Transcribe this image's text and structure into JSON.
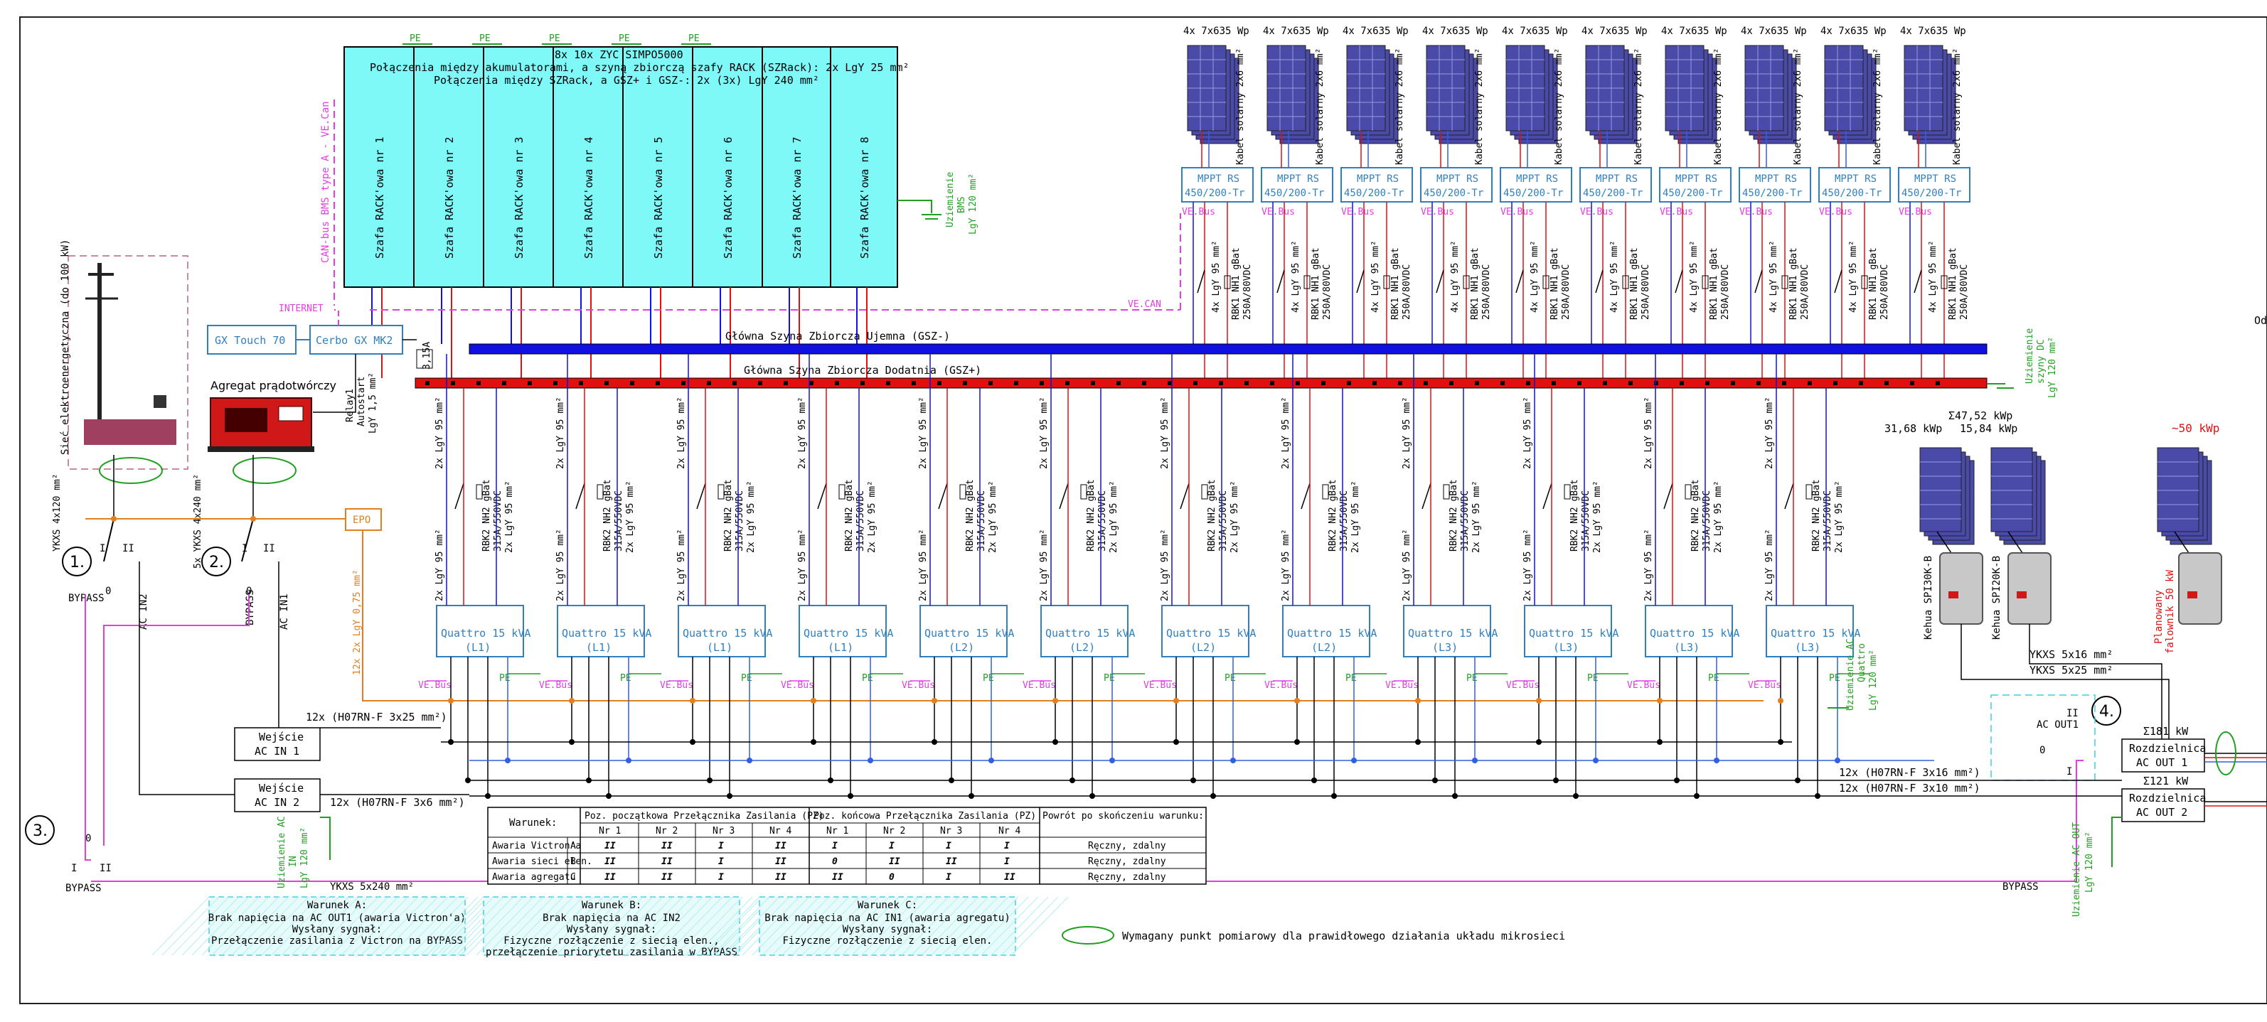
{
  "rack": {
    "pe": [
      "PE",
      "PE",
      "PE",
      "PE",
      "PE"
    ],
    "bus_cable_note": "8x 10x ZYC SIMPO5000",
    "interconnect_1": "Połączenia między akumulatorami, a szyną zbiorczą szafy RACK (SZRack): 2x LgY 25 mm²",
    "interconnect_2": "Połączenia między SZRack, a GSZ+ i GSZ-: 2x (3x) LgY 240 mm²",
    "cabinets": [
      "Szafa RACK'owa nr 1",
      "Szafa RACK'owa nr 2",
      "Szafa RACK'owa nr 3",
      "Szafa RACK'owa nr 4",
      "Szafa RACK'owa nr 5",
      "Szafa RACK'owa nr 6",
      "Szafa RACK'owa nr 7",
      "Szafa RACK'owa nr 8"
    ],
    "can_label": "CAN-bus BMS type A - VE.Can",
    "grounding": [
      "Uziemienie",
      "BMS",
      "LgY 120 mm²"
    ]
  },
  "pv_top": {
    "array_label": "4x 7x635 Wp",
    "cable_label": "Kabel solarny 2x6 mm²",
    "mppt_label": [
      "MPPT RS",
      "450/200-Tr"
    ],
    "vebus": "VE.Bus",
    "mppt_cable": "4x LgY 95 mm²",
    "fuse_label": [
      "RBK1 NH1 gBat",
      "250A/80VDC"
    ],
    "count": 10
  },
  "monitoring": {
    "gx_touch": "GX Touch 70",
    "cerbo": "Cerbo GX MK2",
    "internet": "INTERNET",
    "vecan": "VE.CAN",
    "fuse": "3,15A",
    "relay": [
      "Relay1",
      "Autostart",
      "LgY 1,5 mm²"
    ]
  },
  "busbars": {
    "negative": "Główna Szyna Zbiorcza Ujemna (GSZ-)",
    "positive": "Główna Szyna Zbiorcza Dodatnia (GSZ+)",
    "dc_grounding": [
      "Uziemienie",
      "szyny DC",
      "LgY 120 mm²"
    ]
  },
  "sources": {
    "grid": "Sieć elektroenergetyczna (do 100 kW)",
    "genset": "Agregat prądotwórczy",
    "grid_cable": "YKXS 4x120 mm²",
    "genset_cable": "5x YKXS 4x240 mm²",
    "epo": "EPO",
    "epo_cable": "12x 2x LgY 0,75 mm²",
    "markers": [
      "1.",
      "2.",
      "3.",
      "4."
    ],
    "switch_labels": [
      "I",
      "0",
      "II"
    ],
    "bypass": "BYPASS",
    "ac_in2": "AC IN2",
    "ac_in1": "AC IN1",
    "bypass_cable": "YKXS 5x240 mm²"
  },
  "quattro": {
    "dc_cable_a": "2x LgY 95 mm²",
    "fuse_label": [
      "RBK2 NH2 gBat",
      "315A/550VDC"
    ],
    "units": [
      {
        "label": "Quattro 15 kVA",
        "phase": "(L1)"
      },
      {
        "label": "Quattro 15 kVA",
        "phase": "(L1)"
      },
      {
        "label": "Quattro 15 kVA",
        "phase": "(L1)"
      },
      {
        "label": "Quattro 15 kVA",
        "phase": "(L1)"
      },
      {
        "label": "Quattro 15 kVA",
        "phase": "(L2)"
      },
      {
        "label": "Quattro 15 kVA",
        "phase": "(L2)"
      },
      {
        "label": "Quattro 15 kVA",
        "phase": "(L2)"
      },
      {
        "label": "Quattro 15 kVA",
        "phase": "(L2)"
      },
      {
        "label": "Quattro 15 kVA",
        "phase": "(L3)"
      },
      {
        "label": "Quattro 15 kVA",
        "phase": "(L3)"
      },
      {
        "label": "Quattro 15 kVA",
        "phase": "(L3)"
      },
      {
        "label": "Quattro 15 kVA",
        "phase": "(L3)"
      }
    ],
    "vebus": "VE.Bus",
    "pe": "PE",
    "grounding": [
      "Uziemienie AC",
      "Quattro",
      "LgY 120 mm²"
    ]
  },
  "ac_inputs": {
    "in1": [
      "Wejście",
      "AC IN 1"
    ],
    "in2": [
      "Wejście",
      "AC IN 2"
    ],
    "cable_in1": "12x (H07RN-F 3x25 mm²)",
    "cable_in2": "12x (H07RN-F 3x6 mm²)",
    "grounding_left": [
      "Uziemienie AC",
      "IN",
      "LgY 120 mm²"
    ]
  },
  "table": {
    "col_warunek": "Warunek:",
    "col_pz_start": "Poz. początkowa Przełącznika Zasilania (PZ)",
    "col_pz_end": "Poz. końcowa Przełącznika Zasilania (PZ)",
    "col_return": "Powrót po skończeniu warunku:",
    "sub": [
      "Nr 1",
      "Nr 2",
      "Nr 3",
      "Nr 4",
      "Nr 1",
      "Nr 2",
      "Nr 3",
      "Nr 4"
    ],
    "rows": [
      {
        "name": "Awaria Victron'a",
        "code": "A",
        "cells": [
          "II",
          "II",
          "I",
          "II",
          "I",
          "I",
          "I",
          "I"
        ],
        "ret": "Ręczny, zdalny"
      },
      {
        "name": "Awaria sieci elen.",
        "code": "B",
        "cells": [
          "II",
          "II",
          "I",
          "II",
          "0",
          "II",
          "II",
          "I"
        ],
        "ret": "Ręczny, zdalny"
      },
      {
        "name": "Awaria agregatu",
        "code": "C",
        "cells": [
          "II",
          "II",
          "I",
          "II",
          "II",
          "0",
          "I",
          "II"
        ],
        "ret": "Ręczny, zdalny"
      }
    ]
  },
  "conditions": [
    {
      "title": "Warunek A:",
      "lines": [
        "Brak napięcia na AC OUT1 (awaria Victron'a)",
        "Wysłany sygnał:",
        "Przełączenie zasilania z Victron na BYPASS"
      ]
    },
    {
      "title": "Warunek B:",
      "lines": [
        "Brak napięcia na AC IN2",
        "Wysłany sygnał:",
        "Fizyczne rozłączenie z siecią elen.,",
        "przełączenie priorytetu zasilania w BYPASS"
      ]
    },
    {
      "title": "Warunek C:",
      "lines": [
        "Brak napięcia na AC IN1 (awaria agregatu)",
        "Wysłany sygnał:",
        "Fizyczne rozłączenie z siecią elen."
      ]
    }
  ],
  "legend_note": "Wymagany punkt pomiarowy dla prawidłowego działania układu mikrosieci",
  "right": {
    "sum_power": "Σ47,52 kWp",
    "pv1": "31,68 kWp",
    "pv2": "15,84 kWp",
    "planned": "~50 kWp",
    "inv1": "Kehua SPI30K-B",
    "inv2": "Kehua SPI20K-B",
    "planned_inv": [
      "Planowany",
      "falownik 50 kW"
    ],
    "cable1": "YKXS 5x16 mm²",
    "cable2": "YKXS 5x25 mm²",
    "ac_out1": "AC OUT1",
    "ac_out1_sw": [
      "II",
      "0",
      "I"
    ],
    "sum1": "Σ181 kW",
    "sum2": "Σ121 kW",
    "rozd1": [
      "Rozdzielnica",
      "AC OUT 1"
    ],
    "rozd2": [
      "Rozdzielnica",
      "AC OUT 2"
    ],
    "out_cable1": "12x (H07RN-F 3x16 mm²)",
    "out_cable2": "12x (H07RN-F 3x10 mm²)",
    "grounding": [
      "Uziemienie AC OUT",
      "LgY 120 mm²"
    ],
    "bypass": "BYPASS",
    "edge_text": "Od"
  },
  "colors": {
    "rack_fill": "#7ff8f8",
    "neg_bus": "#1010e0",
    "pos_bus": "#e01010",
    "magenta": "#e040e0",
    "green": "#20a020",
    "blue_box": "#3080c0",
    "orange": "#e08020",
    "cyan_dash": "#40d0e0"
  }
}
